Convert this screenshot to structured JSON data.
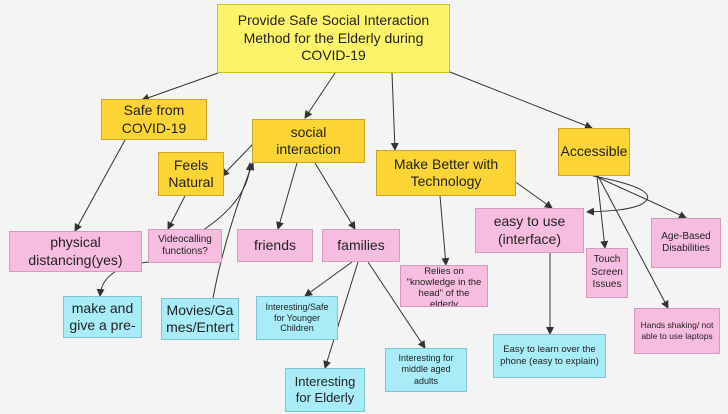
{
  "notes": {
    "root": "Provide Safe Social Interaction Method for the Elderly during COVID-19",
    "safe_covid": "Safe from COVID-19",
    "social": "social interaction",
    "tech": "Make Better with Technology",
    "accessible": "Accessible",
    "feels_natural": "Feels Natural",
    "physical": "physical distancing(yes)",
    "videocalling": "Videocalling functions?",
    "friends": "friends",
    "families": "families",
    "easy_use": "easy to use (interface)",
    "relies": "Relies on \"knowledge in the head\" of the elderly",
    "touch": "Touch Screen Issues",
    "age_based": "Age-Based Disabilities",
    "hands": "Hands shaking/ not able to use laptops",
    "make_give": "make and give a pre-",
    "movies": "Movies/Ga mes/Entert",
    "younger": "Interesting/Safe for Younger Children",
    "elderly": "Interesting for Elderly",
    "middle": "Interesting for middle aged adults",
    "easy_learn": "Easy to learn over the phone (easy to explain)"
  },
  "colors": {
    "yellow": "#fde047",
    "pink": "#f7bde0",
    "cyan": "#a8ecf8",
    "edge": "#333333"
  }
}
